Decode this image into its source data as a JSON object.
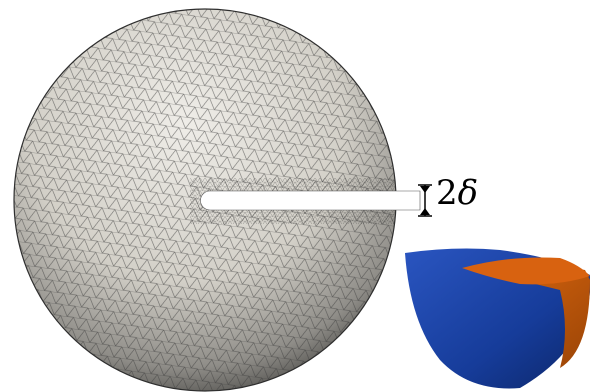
{
  "annotation": {
    "number": "2",
    "symbol": "δ"
  },
  "colors": {
    "mesh_fill_light": "#ebe9e4",
    "mesh_fill_dark": "#4a4946",
    "mesh_edge": "#3a3a3a",
    "slit": "#ffffff",
    "inset_blue": "#163c9a",
    "inset_orange": "#d05c0a",
    "dimension_marker": "#000000"
  },
  "icons": {
    "mesh": "meshed-sphere",
    "inset": "cut-spherical-wedge",
    "dimension": "gap-dimension-marker"
  }
}
